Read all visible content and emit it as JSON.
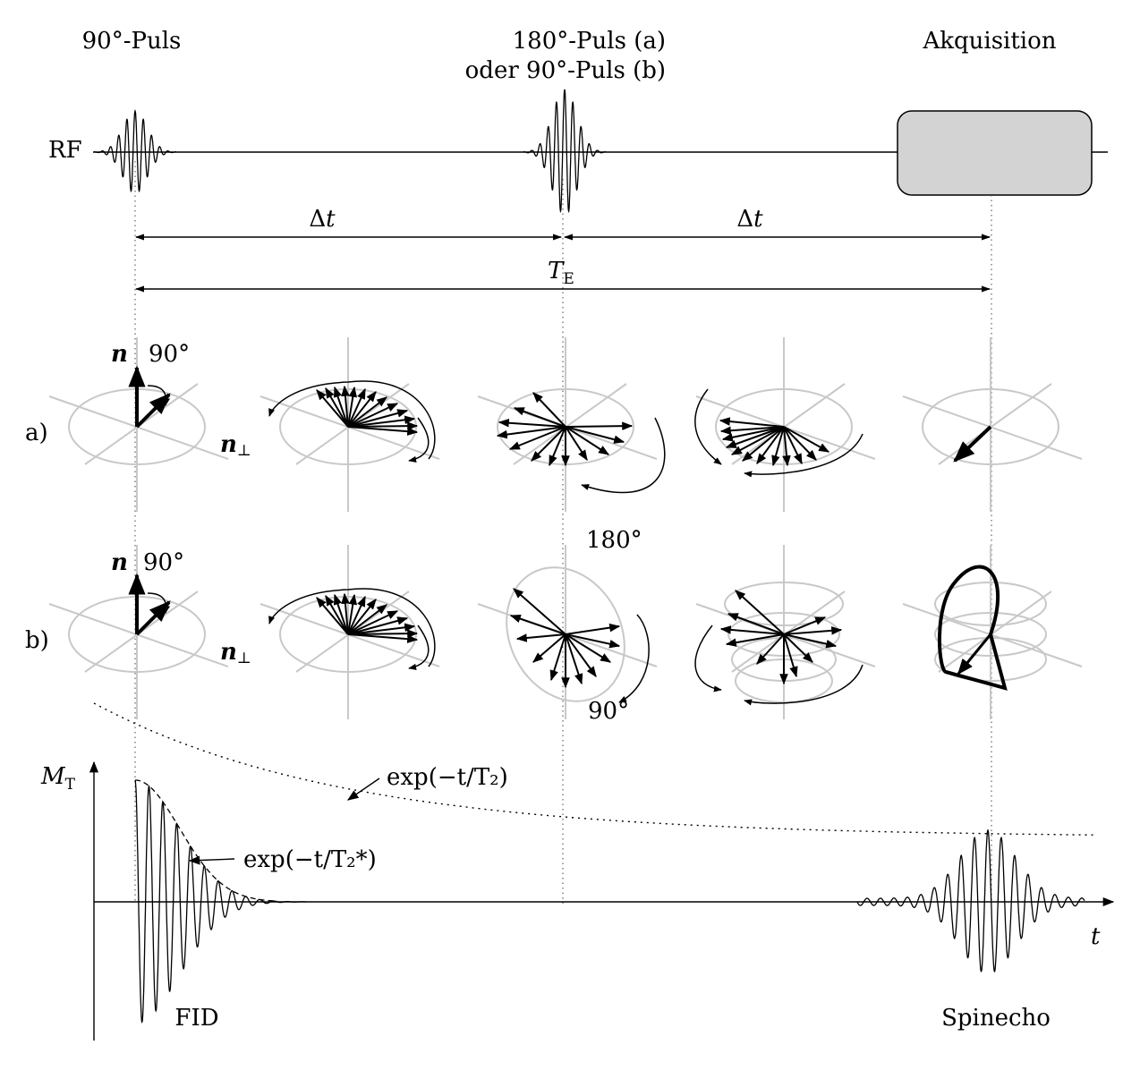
{
  "header": {
    "pulse1": "90°-Puls",
    "pulse2_line1": "180°-Puls (a)",
    "pulse2_line2": "oder 90°-Puls (b)",
    "acquisition": "Akquisition"
  },
  "rf_label": "RF",
  "timing": {
    "delta": "Δ",
    "t": "t",
    "te_main": "T",
    "te_sub": "E"
  },
  "rows": {
    "a": {
      "label": "a)",
      "angle": "90°",
      "n": "n",
      "nperp": "n",
      "perp": "⊥",
      "rot": "180°"
    },
    "b": {
      "label": "b)",
      "angle": "90°",
      "n": "n",
      "nperp": "n",
      "perp": "⊥",
      "rot": "90°"
    }
  },
  "plot": {
    "ylabel_main": "M",
    "ylabel_sub": "T",
    "xlabel": "t",
    "t2_label": "exp(−t/T₂)",
    "t2star_label": "exp(−t/T₂*)",
    "fid": "FID",
    "spinecho": "Spinecho"
  },
  "colors": {
    "ink": "#000000",
    "guide": "#c8c8c8",
    "acq_fill": "#d3d3d3"
  }
}
